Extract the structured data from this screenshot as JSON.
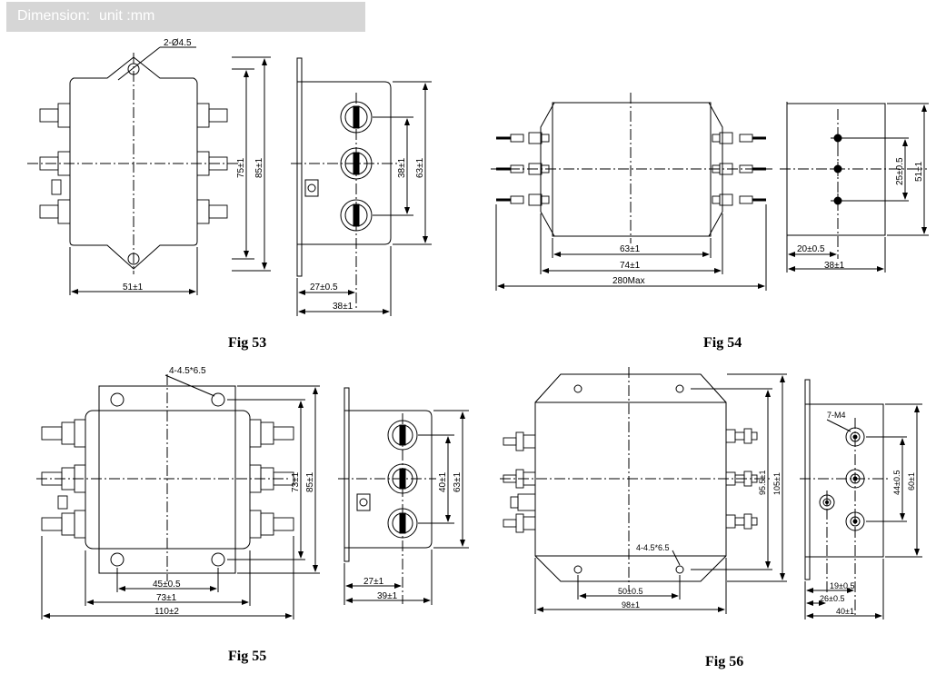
{
  "banner": {
    "label": "Dimension:",
    "unit": "unit :mm"
  },
  "figures": [
    {
      "caption": "Fig 53",
      "hole_note": "2-Ø4.5",
      "front_dims": [
        "51±1",
        "75±1",
        "85±1"
      ],
      "side_dims": [
        "38±1",
        "63±1",
        "27±0.5",
        "38±1"
      ]
    },
    {
      "caption": "Fig 54",
      "front_dims": [
        "63±1",
        "74±1",
        "280Max"
      ],
      "side_dims": [
        "25±0.5",
        "51±1",
        "20±0.5",
        "38±1"
      ]
    },
    {
      "caption": "Fig 55",
      "hole_note": "4-4.5*6.5",
      "front_dims": [
        "45±0.5",
        "73±1",
        "110±2",
        "73±1",
        "85±1"
      ],
      "side_dims": [
        "40±1",
        "63±1",
        "27±1",
        "39±1"
      ]
    },
    {
      "caption": "Fig 56",
      "hole_note": "4-4.5*6.5",
      "stud_note": "7-M4",
      "front_dims": [
        "50±0.5",
        "98±1",
        "95.5±1",
        "105±1"
      ],
      "side_dims": [
        "44±0.5",
        "60±1",
        "19±0.5",
        "26±0.5",
        "40±1"
      ]
    }
  ]
}
